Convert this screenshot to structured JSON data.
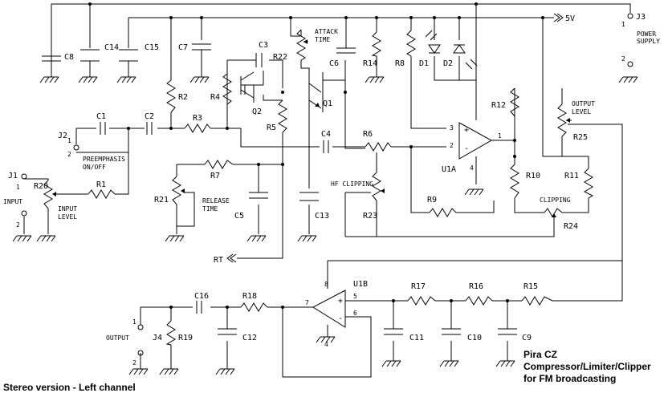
{
  "labels": {
    "c8": "C8",
    "c14": "C14",
    "c15": "C15",
    "c7": "C7",
    "c3": "C3",
    "r22": "R22",
    "attack1": "ATTACK",
    "attack2": "TIME",
    "c6": "C6",
    "r14": "R14",
    "r8": "R8",
    "d1": "D1",
    "d2": "D2",
    "v5": "5V",
    "j3": "J3",
    "power1": "POWER",
    "power2": "SUPPLY",
    "j3p1": "1",
    "j3p2": "2",
    "r2": "R2",
    "r4": "R4",
    "q2": "Q2",
    "q1": "Q1",
    "r5": "R5",
    "r12": "R12",
    "outlevel1": "OUTPUT",
    "outlevel2": "LEVEL",
    "r25": "R25",
    "c1": "C1",
    "c2": "C2",
    "r3": "R3",
    "c4": "C4",
    "r6": "R6",
    "j2": "J2",
    "j2p1": "1",
    "j2p2": "2",
    "pre1": "PREEMPHASIS",
    "pre2": "ON/OFF",
    "pin3": "3",
    "pin2": "2",
    "pin1": "1",
    "pin4": "4",
    "u1a": "U1A",
    "r10": "R10",
    "r11": "R11",
    "j1": "J1",
    "input": "INPUT",
    "r20": "R20",
    "r1": "R1",
    "inlevel1": "INPUT",
    "inlevel2": "LEVEL",
    "j1p1": "1",
    "j1p2": "2",
    "r7": "R7",
    "r21": "R21",
    "rel1": "RELEASE",
    "rel2": "TIME",
    "c5": "C5",
    "c13": "C13",
    "hf": "HF CLIPPING",
    "r23": "R23",
    "r9": "R9",
    "clipping": "CLIPPING",
    "r24": "R24",
    "rt": "RT",
    "pin8": "8",
    "u1b": "U1B",
    "r17": "R17",
    "r16": "R16",
    "r15": "R15",
    "c16": "C16",
    "r18": "R18",
    "pin7": "7",
    "pin5": "5",
    "pin6": "6",
    "output": "OUTPUT",
    "j4": "J4",
    "r19": "R19",
    "c12": "C12",
    "c11": "C11",
    "c10": "C10",
    "c9": "C9",
    "pin4b": "4",
    "j4p1": "1",
    "j4p2": "2",
    "plus": "+",
    "minus": "-",
    "title1": "Pira CZ",
    "title2": "Compressor/Limiter/Clipper",
    "title3": "for FM broadcasting",
    "stereo": "Stereo version - Left channel"
  }
}
